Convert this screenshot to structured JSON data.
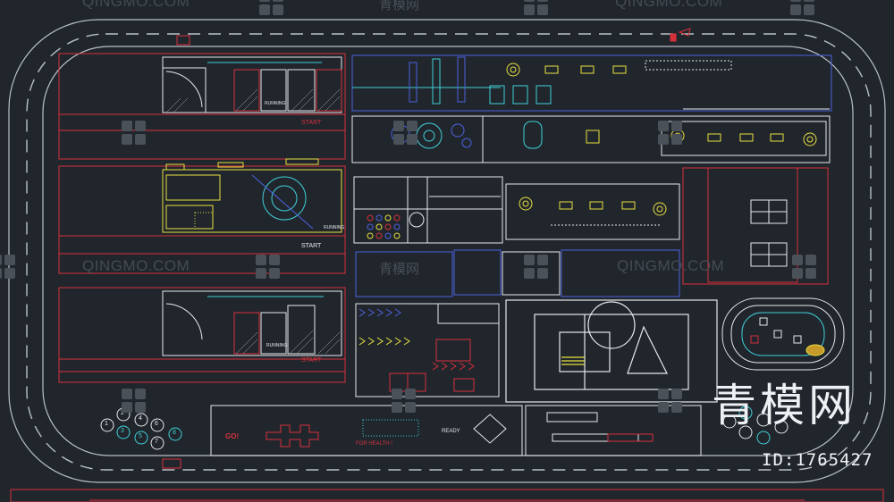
{
  "drawing": {
    "labels": {
      "start": "START",
      "running": "RUNNING",
      "go": "GO!",
      "for_health": "FOR HEALTH !",
      "ready": "READY"
    },
    "hopscotch_numbers": [
      "1",
      "2",
      "3",
      "4",
      "5",
      "6",
      "7",
      "8"
    ]
  },
  "watermark": {
    "latin": "QINGMO.COM",
    "chinese": "青模网"
  },
  "brand": {
    "name": "青模网",
    "id_text": "ID:1765427"
  },
  "colors": {
    "background": "#21262d",
    "track": "#b9c0c8",
    "red": "#d8303a",
    "cyan": "#3fd0d8",
    "yellow": "#e8e040",
    "blue": "#4a63e0",
    "white": "#e6e9ec"
  }
}
